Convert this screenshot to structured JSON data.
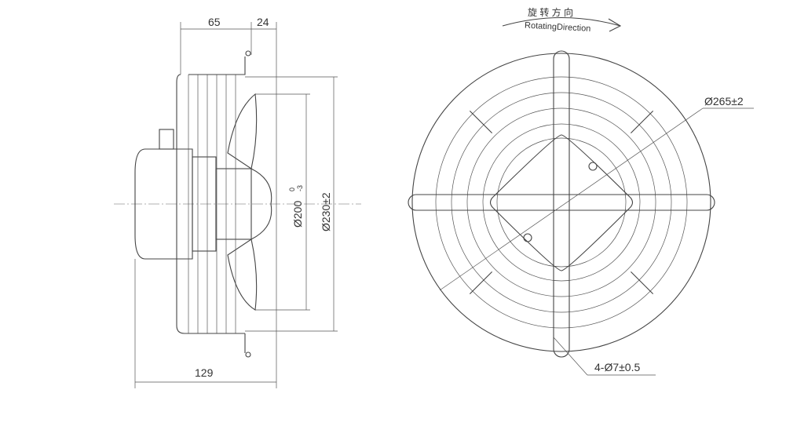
{
  "side_view": {
    "dim_top_left": "65",
    "dim_top_right": "24",
    "dim_bottom": "129",
    "dim_inner_diameter": "Ø200",
    "dim_inner_tolerance_upper": "0",
    "dim_inner_tolerance_lower": "-3",
    "dim_outer_diameter": "Ø230±2"
  },
  "front_view": {
    "rotation_label_cn": "旋 转 方 向",
    "rotation_label_en": "RotatingDirection",
    "dim_guard_diameter": "Ø265±2",
    "dim_holes": "4-Ø7±0.5"
  }
}
